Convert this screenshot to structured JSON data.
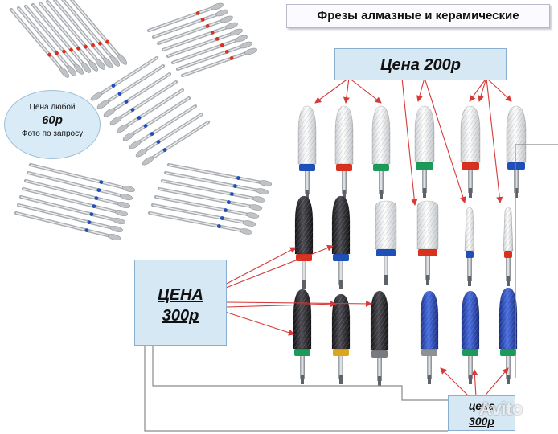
{
  "title": "Фрезы алмазные и керамические",
  "price_box_top": "Цена 200р",
  "oval": {
    "line1": "Цена любой",
    "line2": "60р",
    "line3": "Фото по запросу"
  },
  "price_box_mid": {
    "line1": "ЦЕНА",
    "line2": "300р"
  },
  "price_box_small": {
    "line1": "цена",
    "line2": "300р"
  },
  "watermark": "Avito",
  "colors": {
    "box_fill": "#d6e8f4",
    "arrow": "#d63a3a",
    "ceramic": "#f4f4f4",
    "carbide_black": "#2a2a2e",
    "carbide_blue": "#2a4fc0",
    "ring_blue": "#1f4fb8",
    "ring_red": "#d8321e",
    "ring_green": "#1c9a5a",
    "ring_yellow": "#d9a61c"
  },
  "icons": [
    "diamond-bur-set-icon",
    "ceramic-bit-icon",
    "carbide-bit-icon",
    "arrow-icon",
    "avito-logo-icon"
  ]
}
